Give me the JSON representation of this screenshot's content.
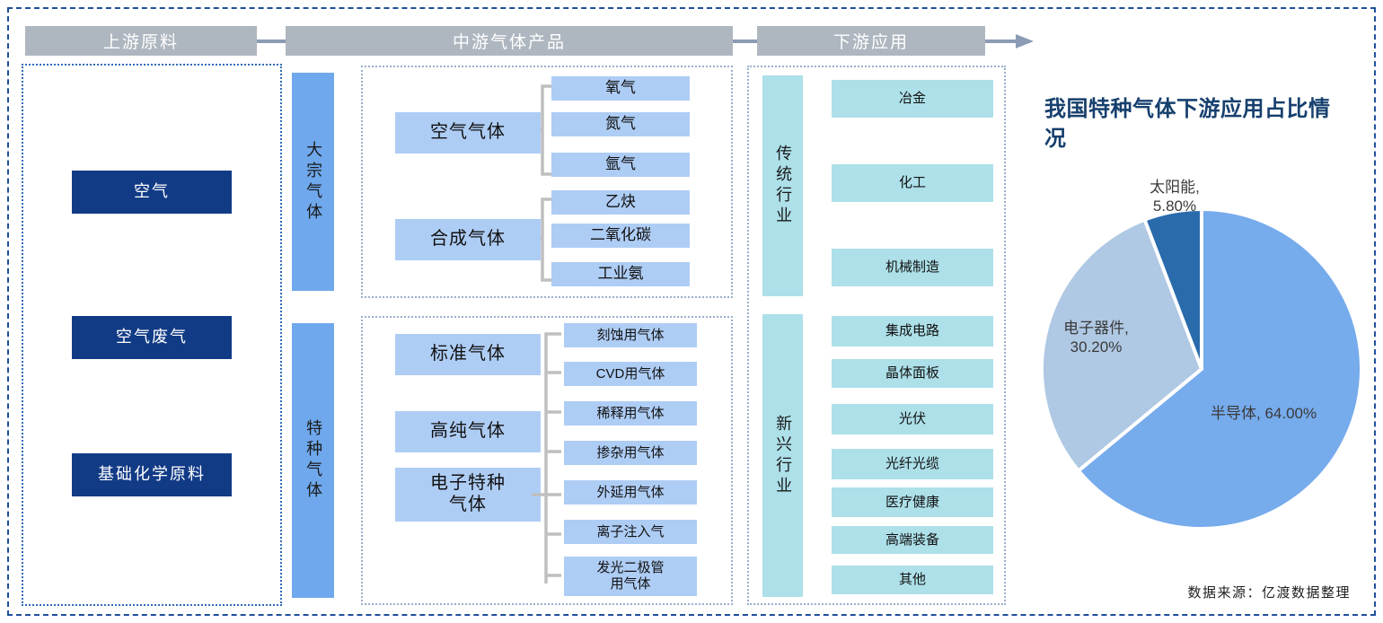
{
  "header": {
    "upstream": "上游原料",
    "midstream": "中游气体产品",
    "downstream": "下游应用",
    "arrow_icon": "arrow-right-icon"
  },
  "upstream": {
    "items": [
      {
        "label": "空气"
      },
      {
        "label": "空气废气"
      },
      {
        "label": "基础化学原料"
      }
    ]
  },
  "midstream": {
    "bulk": {
      "strip": "大宗气体",
      "groups": [
        {
          "label": "空气气体",
          "leaves": [
            "氧气",
            "氮气",
            "氩气"
          ]
        },
        {
          "label": "合成气体",
          "leaves": [
            "乙炔",
            "二氧化碳",
            "工业氨"
          ]
        }
      ]
    },
    "special": {
      "strip": "特种气体",
      "categories": [
        "标准气体",
        "高纯气体",
        "电子特种\n气体"
      ],
      "leaves": [
        "刻蚀用气体",
        "CVD用气体",
        "稀释用气体",
        "掺杂用气体",
        "外延用气体",
        "离子注入气",
        "发光二极管\n用气体"
      ]
    }
  },
  "downstream": {
    "traditional": {
      "strip": "传统行业",
      "items": [
        "冶金",
        "化工",
        "机械制造"
      ]
    },
    "emerging": {
      "strip": "新兴行业",
      "items": [
        "集成电路",
        "晶体面板",
        "光伏",
        "光纤光缆",
        "医疗健康",
        "高端装备",
        "其他"
      ]
    }
  },
  "chart_panel": {
    "title": "我国特种气体下游应用占比情况",
    "source": "数据来源：亿渡数据整理"
  },
  "chart_data": {
    "type": "pie",
    "title": "我国特种气体下游应用占比情况",
    "legend_position": "labels-outside",
    "labels": [
      "半导体",
      "电子器件",
      "太阳能"
    ],
    "values": [
      64.0,
      30.2,
      5.8
    ],
    "value_labels": [
      "半导体, 64.00%",
      "电子器件,\n30.20%",
      "太阳能,\n5.80%"
    ],
    "colors": [
      "#76ABEC",
      "#AFC8E3",
      "#2A6BAC"
    ],
    "units": "%"
  },
  "palette": {
    "frame_blue": "#1F4E9C",
    "header_grey": "#AEB6BF",
    "upstream_navy": "#123B86",
    "mid_blue": "#AECDF5",
    "mid_strip": "#6FA8EC",
    "down_cyan": "#ADE0E9",
    "title_navy": "#17406E",
    "connector_grey": "#BFBFBF"
  }
}
